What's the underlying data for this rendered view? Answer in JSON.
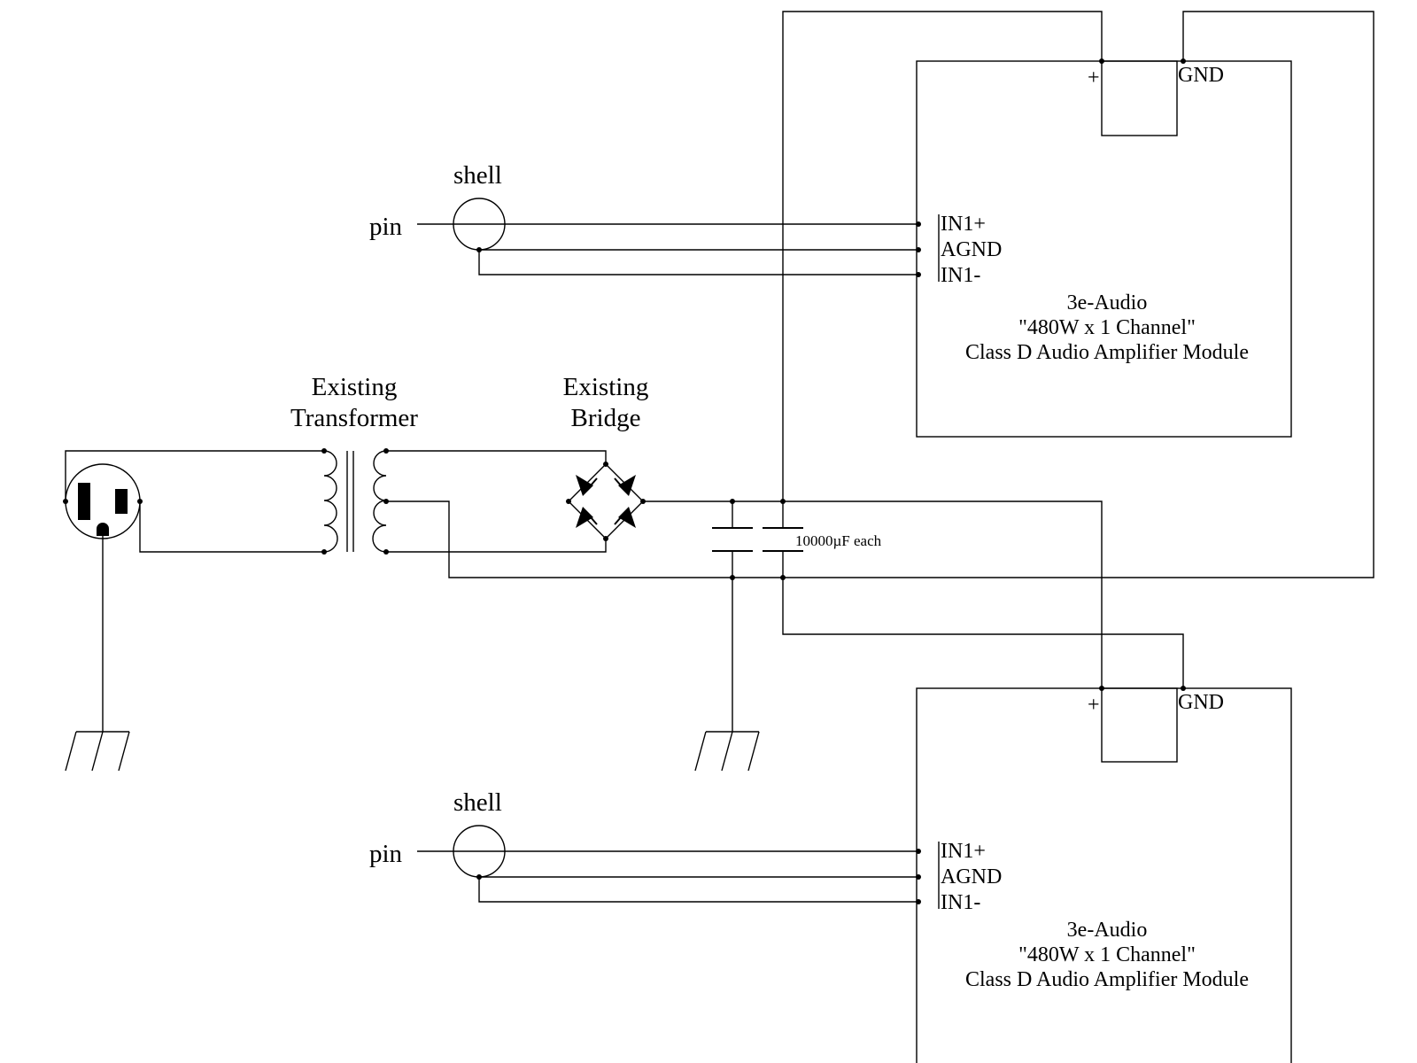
{
  "labels": {
    "existing_transformer": [
      "Existing",
      "Transformer"
    ],
    "existing_bridge": [
      "Existing",
      "Bridge"
    ],
    "capacitor_note": "10000µF each"
  },
  "input_top": {
    "shell": "shell",
    "pin": "pin"
  },
  "input_bottom": {
    "shell": "shell",
    "pin": "pin"
  },
  "module_top": {
    "title": [
      "3e-Audio",
      "\"480W x 1 Channel\"",
      "Class D Audio Amplifier Module"
    ],
    "plus": "+",
    "gnd": "GND",
    "pins": [
      "IN1+",
      "AGND",
      "IN1-"
    ]
  },
  "module_bottom": {
    "title": [
      "3e-Audio",
      "\"480W x 1 Channel\"",
      "Class D Audio Amplifier Module"
    ],
    "plus": "+",
    "gnd": "GND",
    "pins": [
      "IN1+",
      "AGND",
      "IN1-"
    ]
  }
}
